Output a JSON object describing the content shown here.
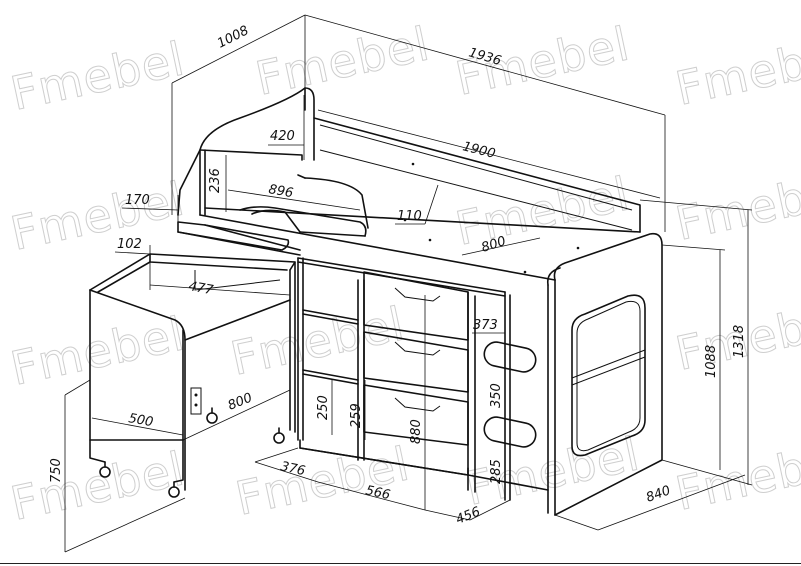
{
  "watermark": "Fmebel",
  "dimensions": {
    "depth_top": "1008",
    "length_total": "1936",
    "length_inner": "1900",
    "rail_height": "420",
    "shelf_height": "236",
    "desk_width": "896",
    "desk_left": "170",
    "desk_step": "110",
    "bed_width": "800",
    "desk_top_offset": "102",
    "desk_inner": "477",
    "cabinet_depth": "373",
    "height_mattress": "1088",
    "height_total": "1318",
    "step_upper": "350",
    "step_lower": "285",
    "cabinet_height": "880",
    "shelf_h1": "250",
    "shelf_h2": "259",
    "desk_width_bottom": "500",
    "desk_depth": "800",
    "desk_height": "750",
    "base_376": "376",
    "base_566": "566",
    "base_456": "456",
    "depth_side": "840"
  }
}
